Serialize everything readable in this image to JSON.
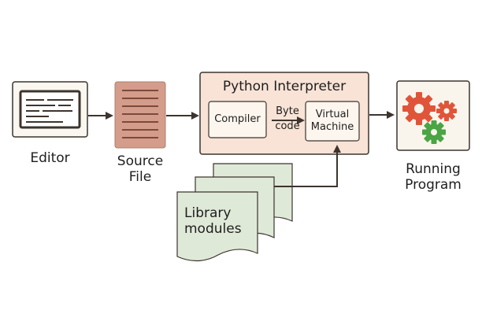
{
  "nodes": {
    "editor": {
      "label": "Editor"
    },
    "source_file": {
      "label_line1": "Source",
      "label_line2": "File"
    },
    "interpreter": {
      "title": "Python Interpreter",
      "compiler": "Compiler",
      "bytecode_line1": "Byte",
      "bytecode_line2": "code",
      "vm_line1": "Virtual",
      "vm_line2": "Machine"
    },
    "library": {
      "label_line1": "Library",
      "label_line2": "modules"
    },
    "running": {
      "label_line1": "Running",
      "label_line2": "Program"
    }
  },
  "colors": {
    "stroke": "#3c342e",
    "editor_bg": "#faf7f0",
    "source_bg": "#d49c8a",
    "interpreter_bg": "#f8e3d6",
    "inner_box_bg": "#fdf6ee",
    "library_bg": "#dfe9d8",
    "program_bg": "#faf5ec",
    "gear_red": "#e0553a",
    "gear_green": "#4aa544"
  },
  "icons": [
    "monitor-icon",
    "document-icon",
    "gears-icon",
    "stacked-pages-icon"
  ]
}
